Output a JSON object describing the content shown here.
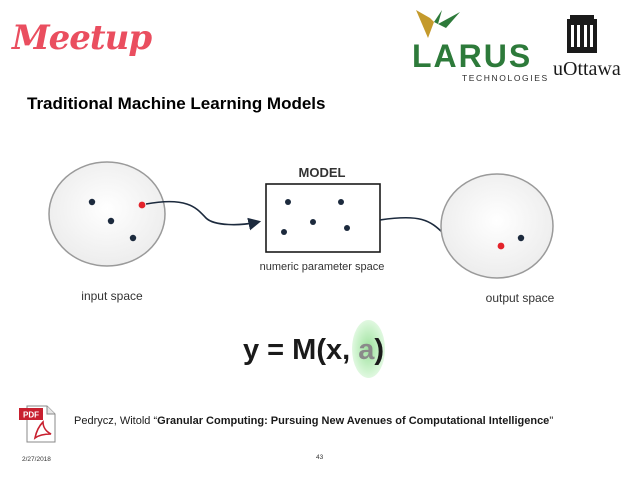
{
  "logos": {
    "meetup": "Meetup",
    "larus": "LARUS",
    "larus_sub": "TECHNOLOGIES",
    "uottawa": "uOttawa"
  },
  "slide": {
    "title": "Traditional Machine Learning Models"
  },
  "diagram": {
    "model_label": "MODEL",
    "input_label": "input space",
    "output_label": "output space",
    "parameter_label": "numeric parameter space"
  },
  "equation": {
    "prefix": "y = M(x, ",
    "param": "a",
    "suffix": ")"
  },
  "citation": {
    "icon_label": "PDF",
    "author": "Pedrycz, Witold “",
    "title": "Granular Computing: Pursuing New Avenues of Computational Intelligence",
    "end": "\""
  },
  "footer": {
    "date": "2/27/2018",
    "page": "43"
  },
  "colors": {
    "meetup_red": "#ea4e5f",
    "larus_green": "#2d7a3a",
    "point_dark": "#1c2a3d",
    "point_red": "#e3232b",
    "highlight_green": "#8cdc8c"
  }
}
